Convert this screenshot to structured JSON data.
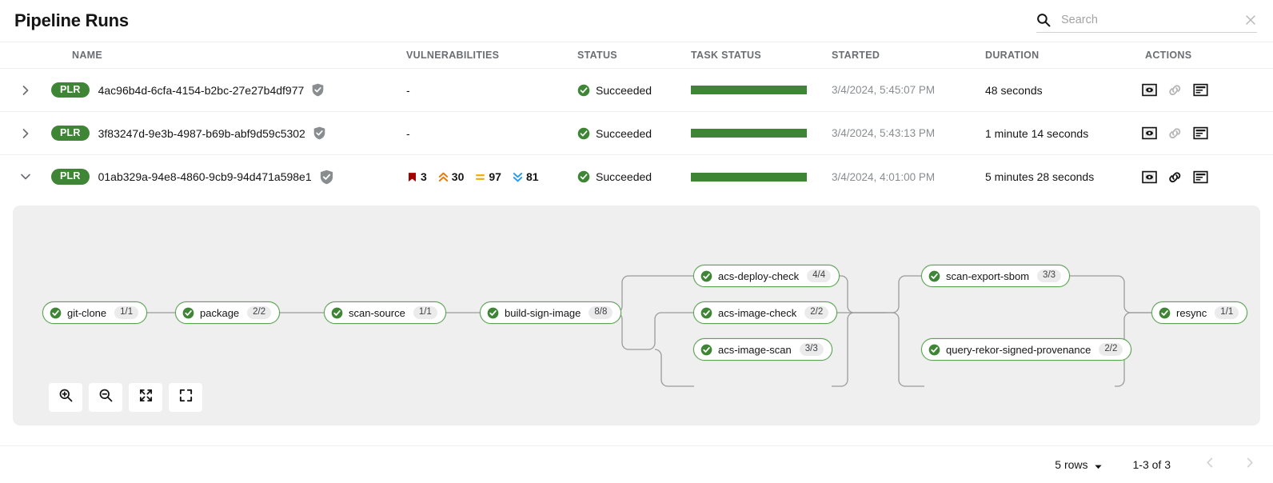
{
  "header": {
    "title": "Pipeline Runs",
    "search": {
      "placeholder": "Search",
      "value": "",
      "icon": "search-icon",
      "clear_icon": "close-icon"
    }
  },
  "table": {
    "columns": [
      "NAME",
      "VULNERABILITIES",
      "STATUS",
      "TASK STATUS",
      "STARTED",
      "DURATION",
      "ACTIONS"
    ],
    "rows": [
      {
        "badge": "PLR",
        "name": "4ac96b4d-6cfa-4154-b2bc-27e27b4df977",
        "vulnerabilities": "-",
        "status": "Succeeded",
        "started": "3/4/2024, 5:45:07 PM",
        "duration": "48 seconds",
        "expanded": false
      },
      {
        "badge": "PLR",
        "name": "3f83247d-9e3b-4987-b69b-abf9d59c5302",
        "vulnerabilities": "-",
        "status": "Succeeded",
        "started": "3/4/2024, 5:43:13 PM",
        "duration": "1 minute 14 seconds",
        "expanded": false
      },
      {
        "badge": "PLR",
        "name": "01ab329a-94e8-4860-9cb9-94d471a598e1",
        "vulnerabilities": {
          "critical": "3",
          "high": "30",
          "medium": "97",
          "low": "81"
        },
        "status": "Succeeded",
        "started": "3/4/2024, 4:01:00 PM",
        "duration": "5 minutes 28 seconds",
        "expanded": true
      }
    ],
    "action_icons": [
      "view-output-icon",
      "link-icon",
      "logs-icon"
    ]
  },
  "graph": {
    "nodes": [
      {
        "label": "git-clone",
        "count": "1/1"
      },
      {
        "label": "package",
        "count": "2/2"
      },
      {
        "label": "scan-source",
        "count": "1/1"
      },
      {
        "label": "build-sign-image",
        "count": "8/8"
      },
      {
        "label": "acs-deploy-check",
        "count": "4/4"
      },
      {
        "label": "acs-image-check",
        "count": "2/2"
      },
      {
        "label": "acs-image-scan",
        "count": "3/3"
      },
      {
        "label": "scan-export-sbom",
        "count": "3/3"
      },
      {
        "label": "query-rekor-signed-provenance",
        "count": "2/2"
      },
      {
        "label": "resync",
        "count": "1/1"
      }
    ],
    "controls": [
      "zoom-in-icon",
      "zoom-out-icon",
      "fit-to-screen-icon",
      "expand-icon"
    ]
  },
  "footer": {
    "rows_per_page": "5 rows",
    "range": "1-3 of 3",
    "prev_icon": "chevron-left-icon",
    "next_icon": "chevron-right-icon"
  },
  "colors": {
    "green": "#3e8635",
    "node_border": "#5ba352",
    "critical": "#a30000",
    "high": "#ec7a08",
    "medium": "#f0ab00",
    "low": "#2b9af3",
    "panel_bg": "#efefef"
  }
}
